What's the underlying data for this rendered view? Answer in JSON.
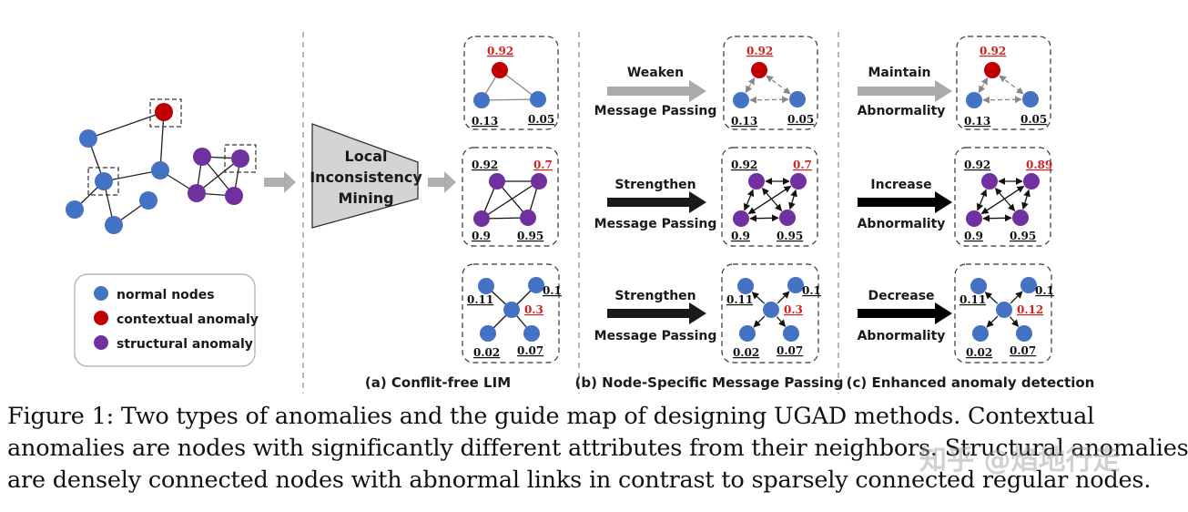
{
  "legend": {
    "normal": "normal nodes",
    "contextual": "contextual anomaly",
    "structural": "structural anomaly"
  },
  "lim_box": [
    "Local",
    "Inconsistency",
    "Mining"
  ],
  "panel_labels": {
    "a": "(a) Conflit-free LIM",
    "b": "(b) Node-Specific Message Passing",
    "c": "(c) Enhanced anomaly detection"
  },
  "arrows_b": [
    {
      "top": "Weaken",
      "bottom": "Message Passing"
    },
    {
      "top": "Strengthen",
      "bottom": "Message Passing"
    },
    {
      "top": "Strengthen",
      "bottom": "Message Passing"
    }
  ],
  "arrows_c": [
    {
      "top": "Maintain",
      "bottom": "Abnormality"
    },
    {
      "top": "Increase",
      "bottom": "Abnormality"
    },
    {
      "top": "Decrease",
      "bottom": "Abnormality"
    }
  ],
  "scores": {
    "row1": {
      "top": "0.92",
      "left": "0.13",
      "right": "0.05"
    },
    "row2": {
      "tl": "0.92",
      "tr": "0.7",
      "bl": "0.9",
      "br": "0.95",
      "tr_c": "0.89"
    },
    "row3": {
      "left": "0.11",
      "right": "0.1",
      "center": "0.3",
      "center_c": "0.12",
      "bl": "0.02",
      "br": "0.07"
    }
  },
  "colors": {
    "normal": "#4472c4",
    "contextual": "#c00000",
    "structural": "#7030a0"
  },
  "caption": [
    "Figure 1: Two types of anomalies and the guide map of designing UGAD methods. Contextual",
    "anomalies are nodes with significantly different attributes from their neighbors. Structural anomalies",
    "are densely connected nodes with abnormal links in contrast to sparsely connected regular nodes."
  ],
  "watermark": "知乎 @焰地行走"
}
